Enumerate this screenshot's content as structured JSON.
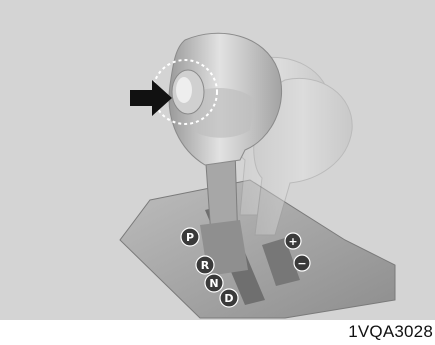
{
  "figure": {
    "code": "1VQA3028"
  },
  "shift_gate": {
    "gears": [
      "P",
      "R",
      "N",
      "D"
    ],
    "manual_modes": [
      "+",
      "−"
    ]
  },
  "icons": {
    "push_arrow": "arrow-right-icon",
    "highlight": "dashed-circle-highlight"
  },
  "colors": {
    "background_panel": "#d4d4d4",
    "knob": "#b8b8b8",
    "plate": "#a9a9a9",
    "arrow": "#111111"
  }
}
